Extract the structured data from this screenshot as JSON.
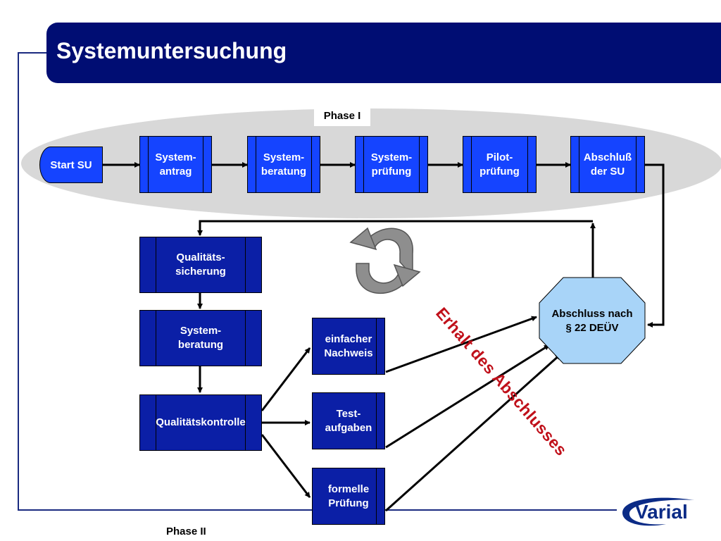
{
  "title": "Systemuntersuchung",
  "phase_1_label": "Phase I",
  "phase_2_label": "Phase II",
  "phase1": {
    "start": "Start SU",
    "steps": [
      {
        "label": "System-\nantrag"
      },
      {
        "label": "System-\nberatung"
      },
      {
        "label": "System-\nprüfung"
      },
      {
        "label": "Pilot-\nprüfung"
      },
      {
        "label": "Abschluß\nder SU"
      }
    ]
  },
  "phase2": {
    "steps": [
      {
        "label": "Qualitäts-\nsicherung"
      },
      {
        "label": "System-\nberatung"
      },
      {
        "label": "Qualitätskontrolle"
      }
    ],
    "checks": [
      {
        "label": "einfacher\nNachweis"
      },
      {
        "label": "Test-\naufgaben"
      },
      {
        "label": "formelle\nPrüfung"
      }
    ]
  },
  "final": {
    "label": "Abschluss nach\n§ 22 DEÜV"
  },
  "annotation": "Erhalt des Abschlusses",
  "logo_text": "Varial",
  "colors": {
    "title_bg": "#000d73",
    "box_light": "#1544ff",
    "box_dark": "#0b1fa6",
    "octagon": "#a8d4f8",
    "annotation": "#c0101a",
    "ellipse": "#d8d8d8"
  }
}
